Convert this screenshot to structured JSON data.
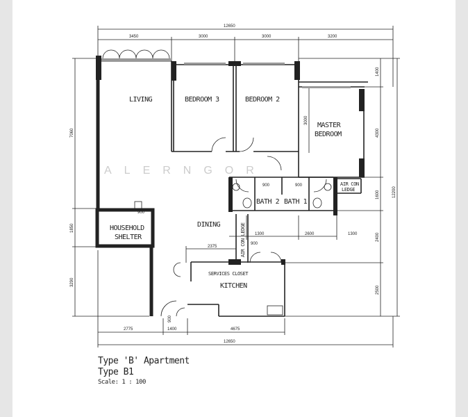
{
  "plan": {
    "rooms": {
      "living": "LIVING",
      "bedroom3": "BEDROOM 3",
      "bedroom2": "BEDROOM 2",
      "master_line1": "MASTER",
      "master_line2": "BEDROOM",
      "bath1": "BATH 2",
      "bath2": "BATH 1",
      "aircon_ledge_1_line1": "AIR CON",
      "aircon_ledge_1_line2": "LEDGE",
      "aircon_ledge_2": "AIR CON LEDGE",
      "shelter_line1": "HOUSEHOLD",
      "shelter_line2": "SHELTER",
      "dining": "DINING",
      "services_closet": "SERVICES CLOSET",
      "kitchen": "KITCHEN"
    },
    "dimensions": {
      "top_total": "12650",
      "top": [
        "3450",
        "3000",
        "3000",
        "3200"
      ],
      "right": [
        "1400",
        "4300",
        "1600",
        "2400",
        "2500"
      ],
      "right_total": "12200",
      "left": [
        "7060",
        "1850",
        "3290"
      ],
      "bottom": [
        "2775",
        "1400",
        "4675"
      ],
      "bottom_total": "12650",
      "inner": {
        "master": "3000",
        "dining": "2375",
        "bath_row": [
          "1300",
          "2600",
          "1300"
        ],
        "small_1": "900",
        "small_2": "900",
        "small_3": "900",
        "ledge": "900",
        "door": "900"
      }
    },
    "watermark": "ALERNGOR"
  },
  "caption": {
    "title": "Type 'B' Apartment",
    "subtitle": "Type B1",
    "scale": "Scale: 1 : 100"
  }
}
